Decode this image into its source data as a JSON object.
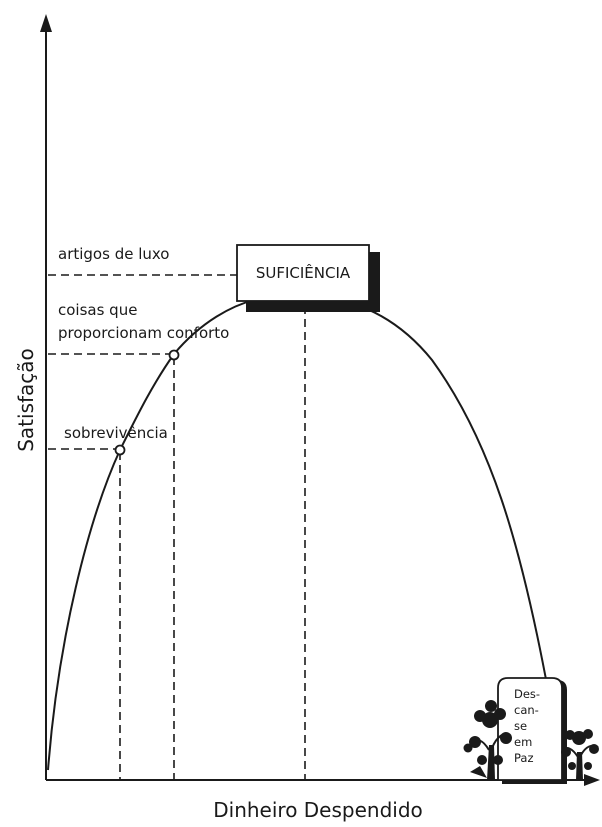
{
  "diagram": {
    "y_axis_label": "Satisfação",
    "x_axis_label": "Dinheiro Despendido",
    "levels": {
      "luxury": "artigos de luxo",
      "comfort_line1": "coisas que",
      "comfort_line2": "proporcionam conforto",
      "survival": "sobrevivência"
    },
    "peak_box_label": "SUFICIÊNCIA",
    "tombstone_lines": [
      "Des-",
      "can-",
      "se",
      "em",
      "Paz"
    ]
  },
  "colors": {
    "ink": "#1a1a1a",
    "background": "#ffffff"
  }
}
